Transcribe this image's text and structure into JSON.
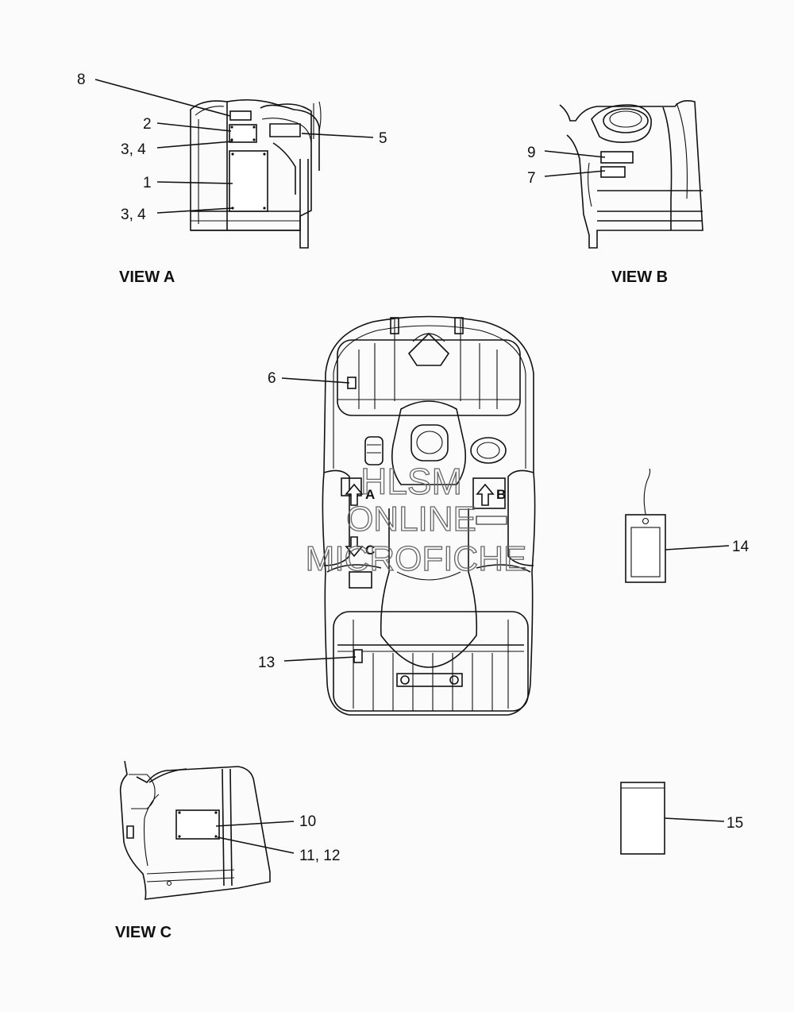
{
  "views": {
    "a": "VIEW A",
    "b": "VIEW B",
    "c": "VIEW C"
  },
  "callouts": {
    "c8": "8",
    "c2": "2",
    "c34a": "3, 4",
    "c1": "1",
    "c34b": "3, 4",
    "c5": "5",
    "c9": "9",
    "c7": "7",
    "c6": "6",
    "c14": "14",
    "c13": "13",
    "c10": "10",
    "c1112": "11, 12",
    "c15": "15"
  },
  "arrows": {
    "a_up": "A",
    "b_up": "B",
    "c_down": "C"
  },
  "watermark": {
    "line1": "HLSM",
    "line2": "ONLINE",
    "line3": "MICROFICHE"
  }
}
